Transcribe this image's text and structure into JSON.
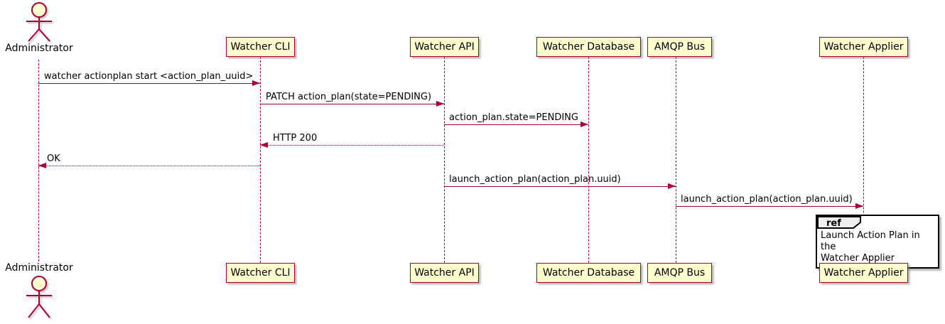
{
  "diagram": {
    "type": "plantuml-sequence",
    "actor": {
      "name": "Administrator"
    },
    "participants": [
      {
        "id": "watcher-cli",
        "label": "Watcher CLI"
      },
      {
        "id": "watcher-api",
        "label": "Watcher API"
      },
      {
        "id": "watcher-database",
        "label": "Watcher Database"
      },
      {
        "id": "amqp-bus",
        "label": "AMQP Bus"
      },
      {
        "id": "watcher-applier",
        "label": "Watcher Applier"
      }
    ],
    "messages": [
      {
        "from": "Administrator",
        "to": "Watcher CLI",
        "text": "watcher actionplan start <action_plan_uuid>",
        "line": "solid",
        "direction": "right"
      },
      {
        "from": "Watcher CLI",
        "to": "Watcher API",
        "text": "PATCH action_plan(state=PENDING)",
        "line": "solid",
        "direction": "right"
      },
      {
        "from": "Watcher API",
        "to": "Watcher Database",
        "text": "action_plan.state=PENDING",
        "line": "solid",
        "direction": "right"
      },
      {
        "from": "Watcher API",
        "to": "Watcher CLI",
        "text": "HTTP 200",
        "line": "dotted",
        "direction": "left"
      },
      {
        "from": "Watcher CLI",
        "to": "Administrator",
        "text": "OK",
        "line": "dotted",
        "direction": "left"
      },
      {
        "from": "Watcher API",
        "to": "AMQP Bus",
        "text": "launch_action_plan(action_plan.uuid)",
        "line": "solid",
        "direction": "right"
      },
      {
        "from": "AMQP Bus",
        "to": "Watcher Applier",
        "text": "launch_action_plan(action_plan.uuid)",
        "line": "solid",
        "direction": "right"
      }
    ],
    "ref_fragment": {
      "keyword": "ref",
      "over": "Watcher Applier",
      "line1": "Launch Action Plan in the",
      "line2": "Watcher Applier"
    },
    "colors": {
      "participant_fill": "#FEFECE",
      "participant_border": "#A80036",
      "arrow": "#A80036",
      "lifeline": "#A80036",
      "ref_header_fill": "#EEEEEE",
      "ref_border": "#000000",
      "text": "#000000"
    }
  }
}
